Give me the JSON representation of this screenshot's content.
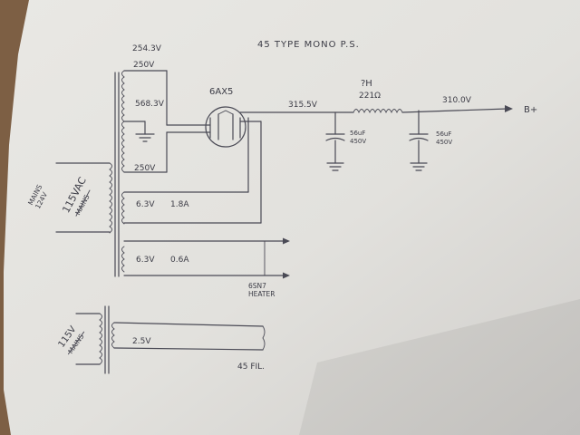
{
  "title": "45 TYPE MONO P.S.",
  "hv_transformer": {
    "top_voltage": "254.3V",
    "secondary_voltage": "250V",
    "center_tap_voltage": "568.3V",
    "lower_voltage": "250V"
  },
  "rectifier": {
    "label": "6AX5"
  },
  "rectifier_output_voltage": "315.5V",
  "choke": {
    "inductance": "?H",
    "resistance": "221Ω"
  },
  "output": {
    "voltage": "310.0V",
    "label": "B+"
  },
  "capacitors": [
    {
      "value": "56uF",
      "rating": "450V"
    },
    {
      "value": "56uF",
      "rating": "450V"
    }
  ],
  "mains_input": {
    "line1": "MAINS",
    "line2": "124V",
    "voltage": "115VAC",
    "struck": "MAINS"
  },
  "heater_windings": [
    {
      "voltage": "6.3V",
      "current": "1.8A"
    },
    {
      "voltage": "6.3V",
      "current": "0.6A"
    }
  ],
  "heater_note": {
    "line1": "6SN7",
    "line2": "HEATER"
  },
  "filament_transformer": {
    "primary_voltage": "115V",
    "struck": "MAINS",
    "secondary_voltage": "2.5V",
    "note": "45 FIL."
  }
}
